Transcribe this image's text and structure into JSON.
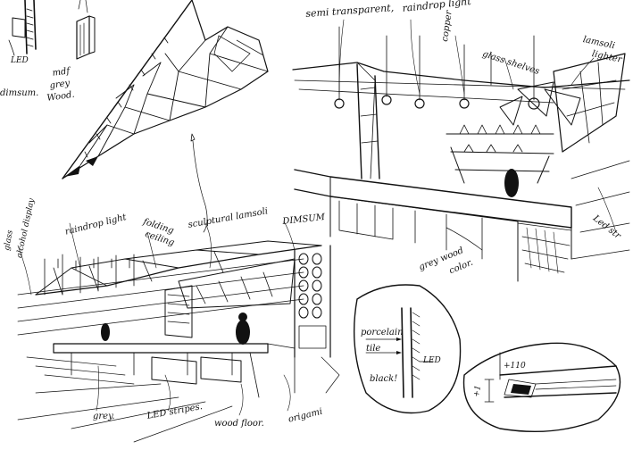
{
  "sketch": {
    "labels": {
      "led": "LED",
      "dimsum": "dimsum.",
      "mdf_grey_wood": [
        "mdf",
        "grey",
        "Wood."
      ],
      "semi_transparent": "semi transparent,",
      "raindrop_light_top": "raindrop light",
      "copper": "copper",
      "glass_shelves": "glass shelves",
      "lamsoli_lighter": [
        "lamsoli",
        "lighter"
      ],
      "led_strip_right": "Led str",
      "glass_alcohol_display": [
        "glass",
        "alcohol display"
      ],
      "raindrop_light_left": "raindrop light",
      "folding_ceiling": [
        "folding",
        "ceiling"
      ],
      "sculptural_lamsoli": "sculptural lamsoli",
      "dimsum_upper": "DIMSUM",
      "grey_wood_color": [
        "grey wood",
        "color."
      ],
      "porcelain_tile": [
        "porcelain",
        "tile"
      ],
      "black": "black!",
      "led_detail": "LED",
      "dim_top": "+110",
      "dim_left": "+1",
      "grey": "grey.",
      "led_stripes": "LED stripes.",
      "wood_floor": "wood floor.",
      "origami": "origami"
    }
  }
}
